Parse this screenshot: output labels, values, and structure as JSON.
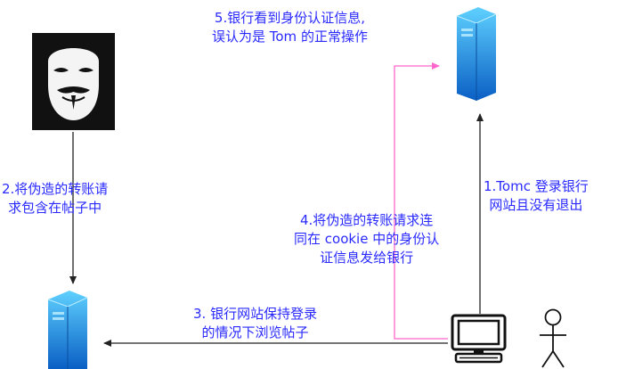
{
  "labels": {
    "step1_line1": "1.Tomc 登录银行",
    "step1_line2": "网站且没有退出",
    "step2_line1": "2.将伪造的转账请",
    "step2_line2": "求包含在帖子中",
    "step3_line1": "3. 银行网站保持登录",
    "step3_line2": "的情况下浏览帖子",
    "step4_line1": "4.将伪造的转账请求连",
    "step4_line2": "同在 cookie 中的身份认",
    "step4_line3": "证信息发给银行",
    "step5_line1": "5.银行看到身份认证信息,",
    "step5_line2": "误认为是 Tom 的正常操作"
  },
  "icons": {
    "attacker": "anonymous-mask-icon",
    "bank_server": "server-icon",
    "malicious_server": "server-icon",
    "user_computer": "computer-icon",
    "user": "stick-figure-icon"
  },
  "colors": {
    "label_text": "#2a2aff",
    "arrow_black": "#222222",
    "arrow_pink": "#ff66cc",
    "server_top": "#4fc3ff",
    "server_bottom": "#0a63c9"
  }
}
